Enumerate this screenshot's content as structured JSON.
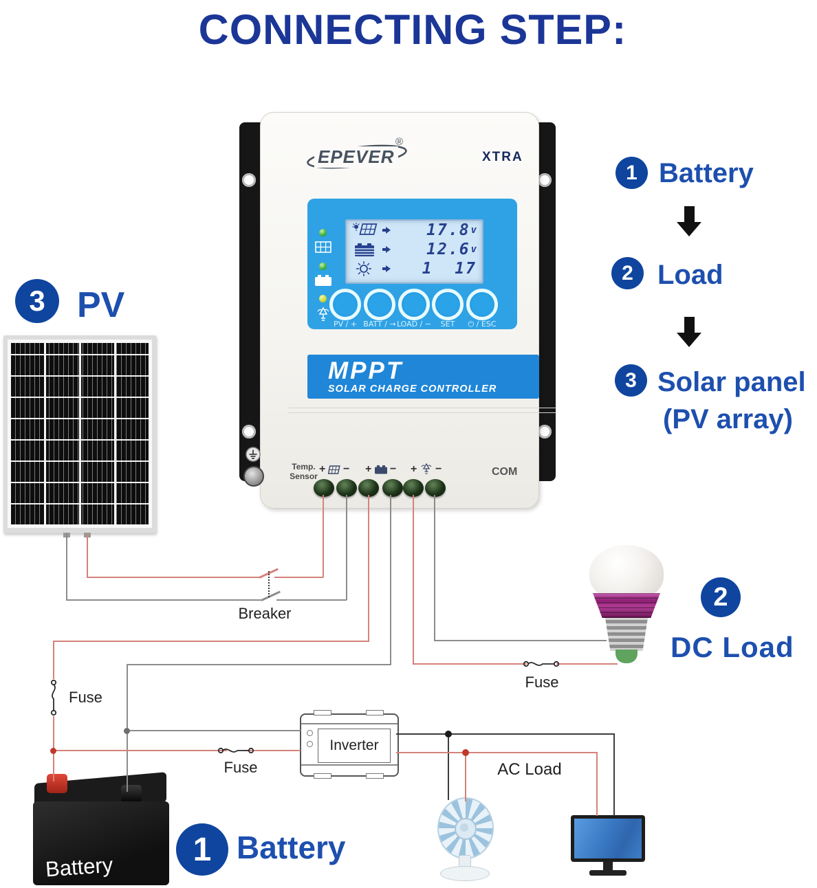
{
  "title": "CONNECTING STEP:",
  "colors": {
    "title_blue": "#1b3697",
    "accent_blue": "#1d4fae",
    "circle_blue": "#0f459e",
    "panel_blue": "#2fa2e5",
    "band_blue": "#1f86d8",
    "wire_red": "#d4827a",
    "wire_gray": "#8c8c8c",
    "wire_black": "#3c3c3c"
  },
  "controller": {
    "brand": "EPEVER",
    "reg": "®",
    "model": "XTRA",
    "band_title": "MPPT",
    "band_subtitle": "SOLAR CHARGE CONTROLLER",
    "lcd": {
      "row1_value": "17.8",
      "row1_unit": "v",
      "row2_value": "12.6",
      "row2_unit": "v",
      "row3_value": "1  17"
    },
    "buttons": [
      {
        "label": "PV / +"
      },
      {
        "label": "BATT / →"
      },
      {
        "label": "LOAD / −"
      },
      {
        "label": "SET"
      },
      {
        "label": "⏻ / ESC"
      }
    ],
    "terminals": {
      "temp_line1": "Temp.",
      "temp_line2": "Sensor",
      "plus": "+",
      "minus": "−",
      "com": "COM"
    }
  },
  "steps": [
    {
      "num": "1",
      "label": "Battery"
    },
    {
      "num": "2",
      "label": "Load"
    },
    {
      "num": "3",
      "label": "Solar panel",
      "sub": "(PV array)"
    }
  ],
  "labels": {
    "pv": {
      "num": "3",
      "text": "PV"
    },
    "dc_load": {
      "num": "2",
      "text": "DC Load"
    },
    "battery_step": {
      "num": "1",
      "text": "Battery"
    },
    "breaker": "Breaker",
    "fuse_battery": "Fuse",
    "fuse_inverter": "Fuse",
    "fuse_dc": "Fuse",
    "ac_load": "AC Load",
    "inverter": "Inverter",
    "battery_device": "Battery"
  }
}
